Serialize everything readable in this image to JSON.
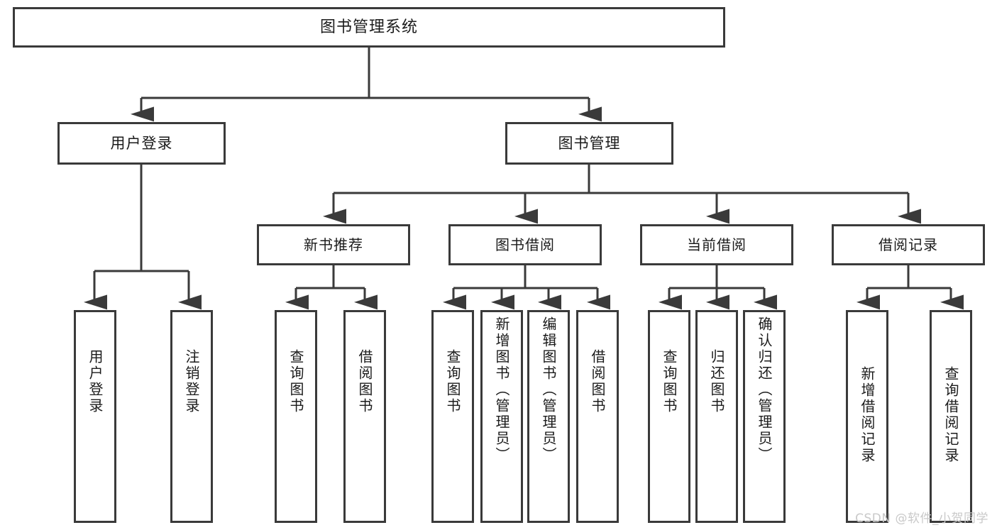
{
  "diagram": {
    "title": "图书管理系统",
    "type": "hierarchy-tree",
    "watermark": "CSDN @软件_小贺同学",
    "colors": {
      "box_border": "#3a3a3a",
      "box_fill": "#ffffff",
      "edge": "#3a3a3a",
      "text": "#1b1b1b",
      "watermark": "#c9c9c9"
    },
    "nodes": {
      "root": {
        "label": "图书管理系统"
      },
      "level1": [
        {
          "label": "用户登录"
        },
        {
          "label": "图书管理"
        }
      ],
      "level2": [
        {
          "label": "新书推荐"
        },
        {
          "label": "图书借阅"
        },
        {
          "label": "当前借阅"
        },
        {
          "label": "借阅记录"
        }
      ],
      "leaves": {
        "user_login": [
          {
            "label": "用户登录"
          },
          {
            "label": "注销登录"
          }
        ],
        "new_book_recommend": [
          {
            "label": "查询图书"
          },
          {
            "label": "借阅图书"
          }
        ],
        "book_borrow": [
          {
            "label": "查询图书"
          },
          {
            "label": "新增图书（管理员）"
          },
          {
            "label": "编辑图书（管理员）"
          },
          {
            "label": "借阅图书"
          }
        ],
        "current_borrow": [
          {
            "label": "查询图书"
          },
          {
            "label": "归还图书"
          },
          {
            "label": "确认归还（管理员）"
          }
        ],
        "borrow_record": [
          {
            "label": "新增借阅记录"
          },
          {
            "label": "查询借阅记录"
          }
        ]
      }
    }
  }
}
